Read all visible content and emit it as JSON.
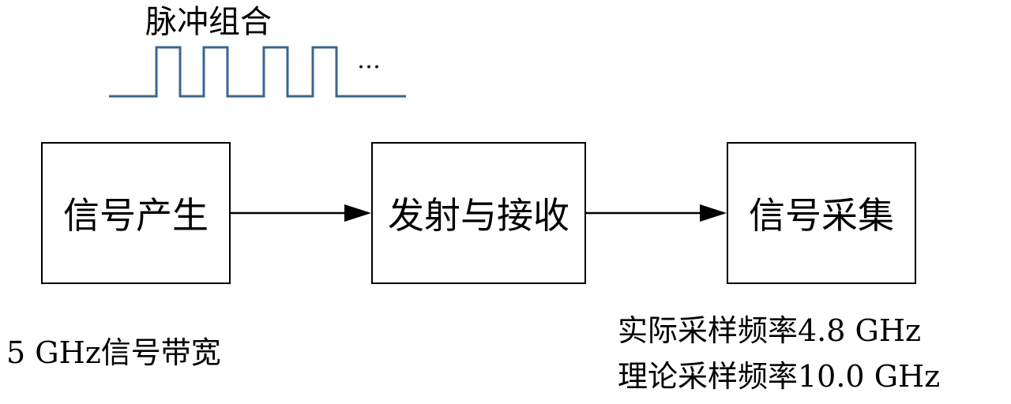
{
  "pulse": {
    "label": "脉冲组合",
    "ellipsis": "…",
    "waveform_color": "#3a6690"
  },
  "blocks": [
    {
      "label": "信号产生"
    },
    {
      "label": "发射与接收"
    },
    {
      "label": "信号采集"
    }
  ],
  "annotations": {
    "bandwidth": "5 GHz信号带宽",
    "actual_rate": "实际采样频率4.8 GHz",
    "theory_rate": "理论采样频率10.0 GHz"
  }
}
